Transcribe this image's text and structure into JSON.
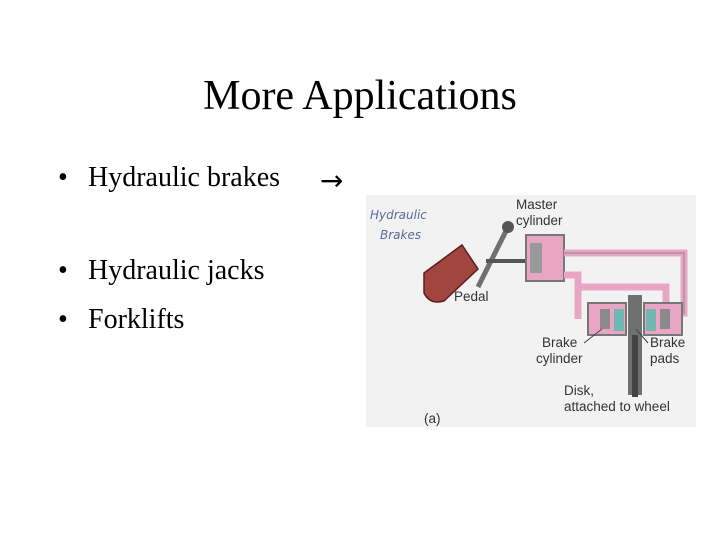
{
  "slide": {
    "title": "More Applications",
    "bullets": [
      {
        "bullet": "•",
        "text": "Hydraulic brakes"
      },
      {
        "bullet": "•",
        "text": "Hydraulic jacks"
      },
      {
        "bullet": "•",
        "text": "Forklifts"
      }
    ],
    "arrow": "→"
  },
  "figure": {
    "handwritten_note": [
      "Hydraulic",
      "Brakes"
    ],
    "labels": {
      "master_cylinder": [
        "Master",
        "cylinder"
      ],
      "pedal": "Pedal",
      "brake_cylinder": [
        "Brake",
        "cylinder"
      ],
      "brake_pads": [
        "Brake",
        "pads"
      ],
      "disk": [
        "Disk,",
        "attached to wheel"
      ],
      "caption": "(a)"
    },
    "colors": {
      "fluid": "#e8a6c4",
      "pedal": "#a0453f",
      "metal": "#6f7070",
      "pad": "#6fb7b0",
      "background": "#f2f2f2"
    }
  }
}
